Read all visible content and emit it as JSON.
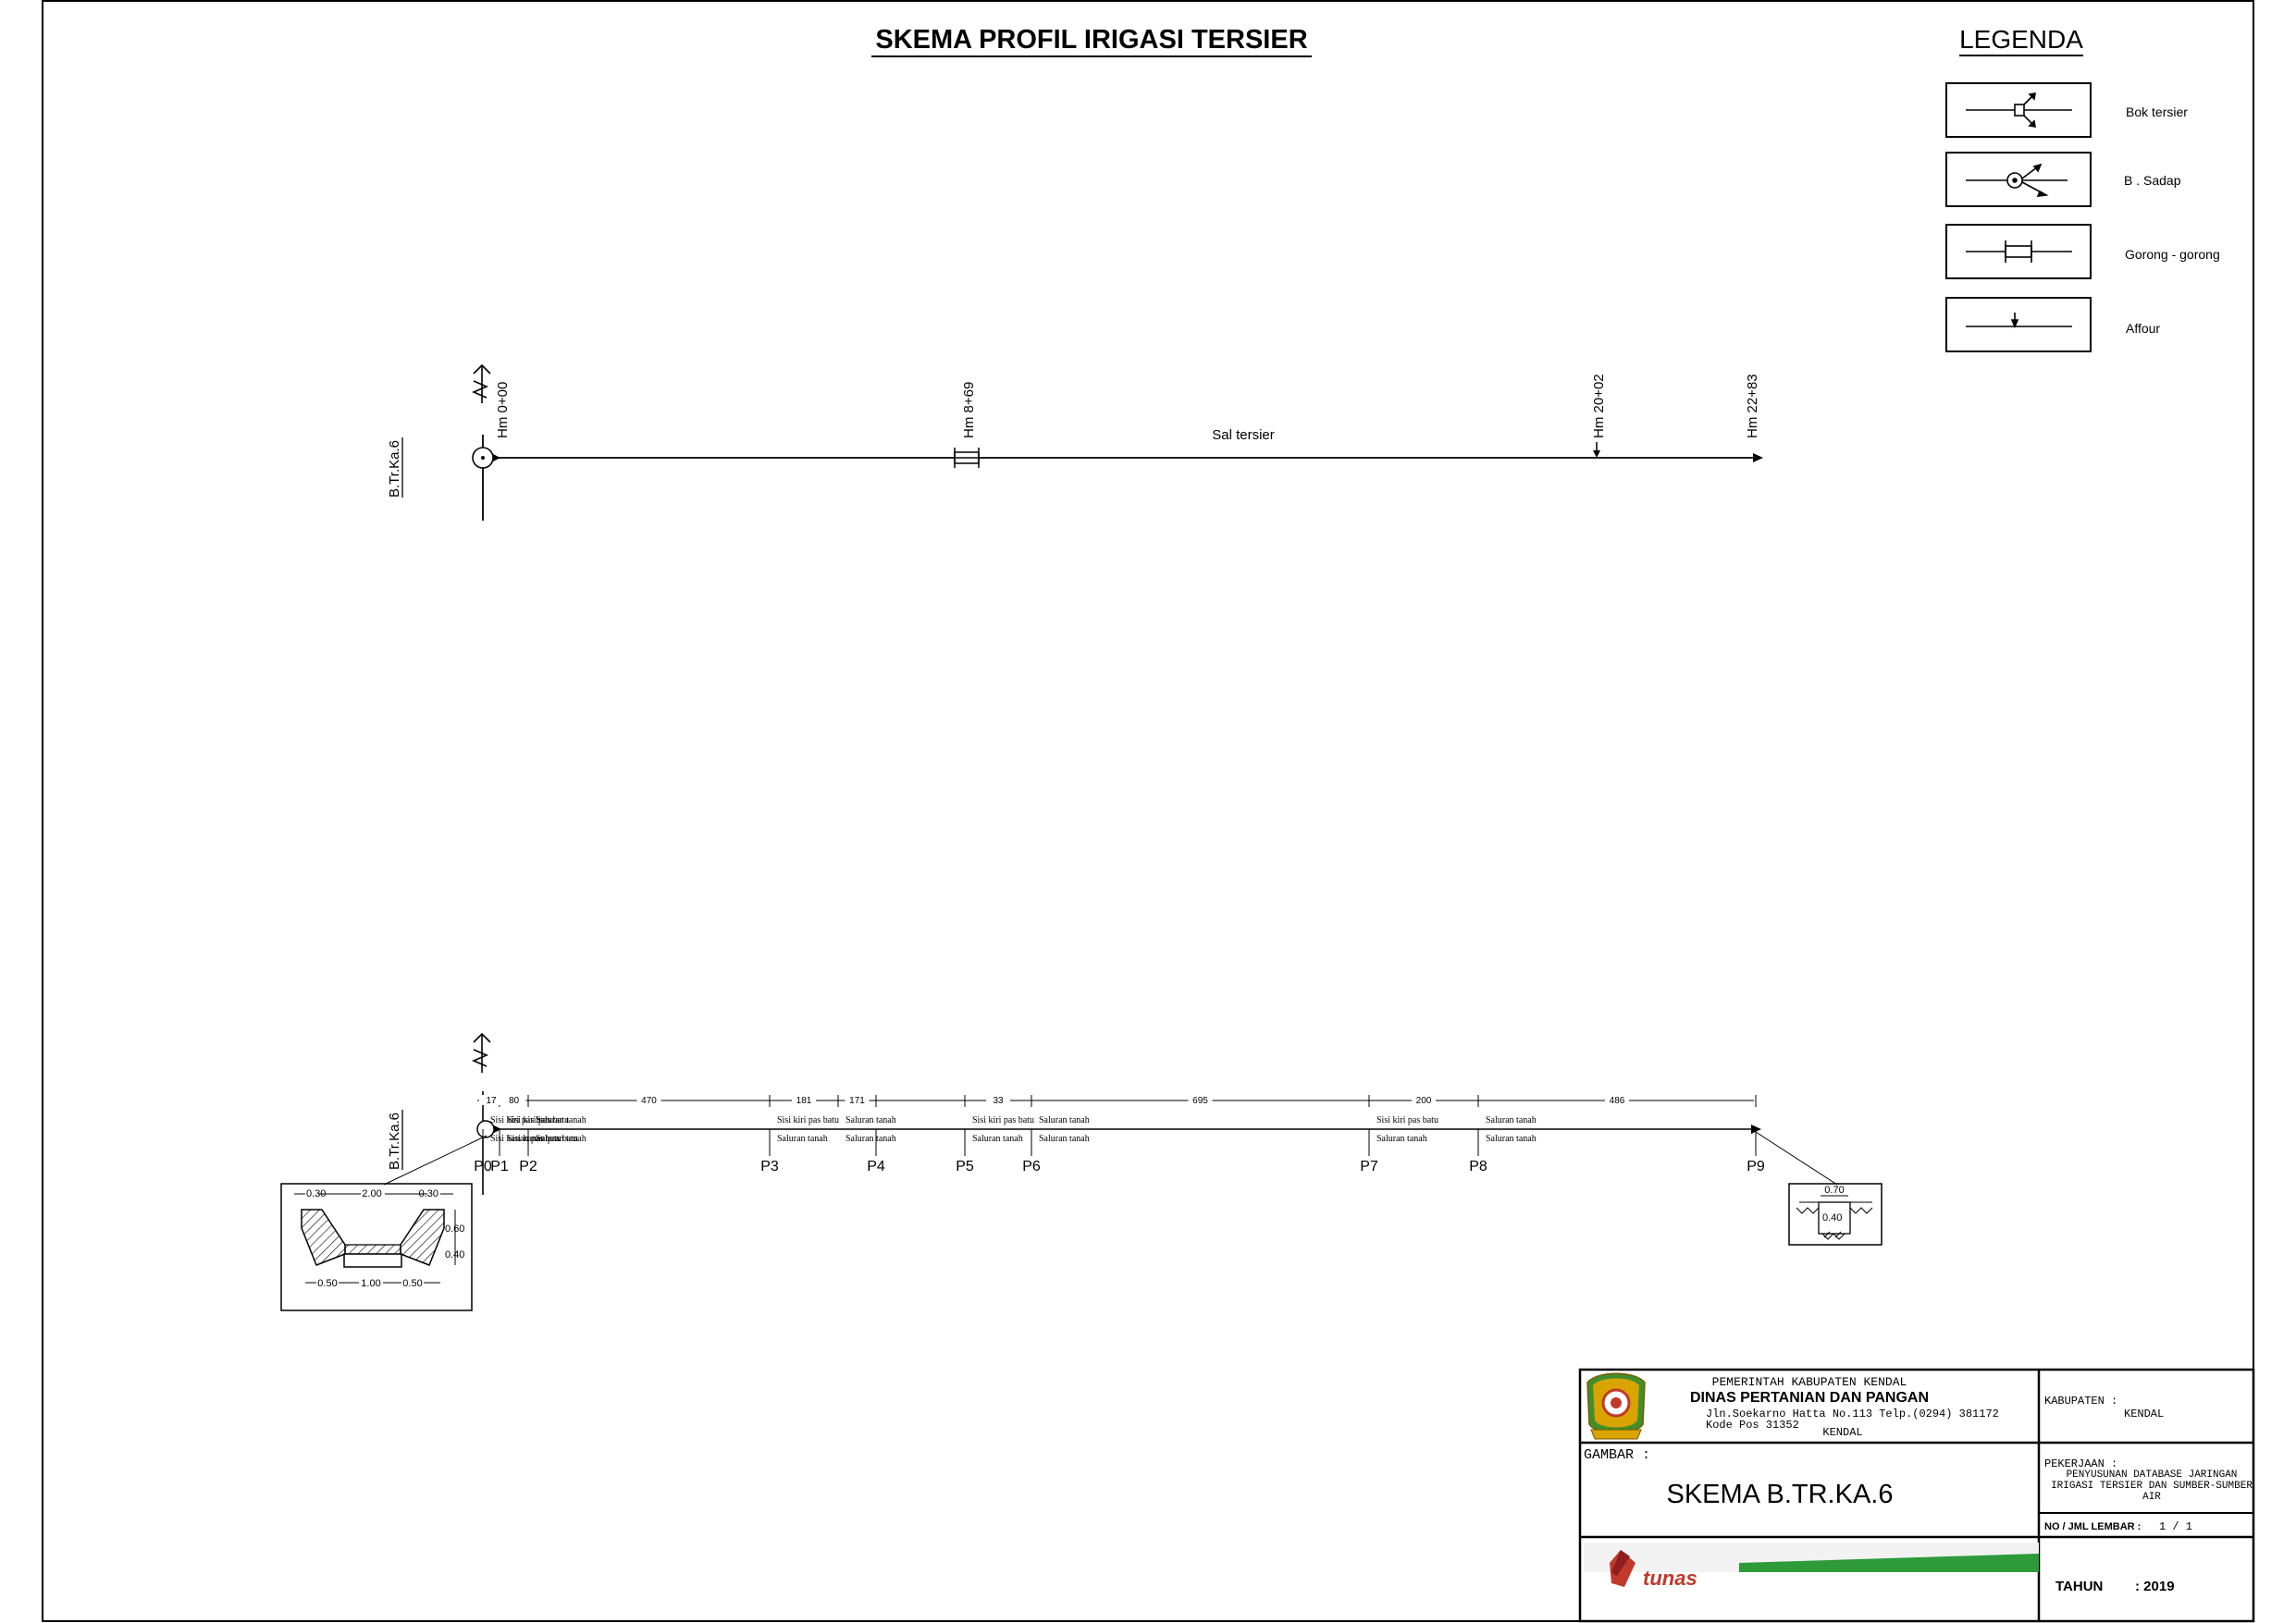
{
  "title": "SKEMA PROFIL IRIGASI TERSIER",
  "legend": {
    "heading": "LEGENDA",
    "items": [
      {
        "label": "Bok tersier",
        "icon": "bok-tersier-symbol-icon"
      },
      {
        "label": "B . Sadap",
        "icon": "bangunan-sadap-symbol-icon"
      },
      {
        "label": "Gorong - gorong",
        "icon": "gorong-gorong-symbol-icon"
      },
      {
        "label": "Affour",
        "icon": "affour-symbol-icon"
      }
    ]
  },
  "schema": {
    "source_label": "B.Tr.Ka.6",
    "stations": [
      "Hm 0+00",
      "Hm 8+69",
      "Hm 20+02",
      "Hm 22+83"
    ],
    "channel_label": "Sal tersier"
  },
  "profile": {
    "source_label": "B.Tr.Ka.6",
    "segments": [
      {
        "length": "17",
        "left": "Sisi kiri pas batu",
        "right": "Sisi kanan pas batu"
      },
      {
        "length": "80",
        "left": "Sisi kiri pas batu",
        "right": "Sisi kanan pas batu"
      },
      {
        "length": "470",
        "left": "Saluran tanah",
        "right": "Saluran tanah"
      },
      {
        "length": "181",
        "left": "Sisi kiri pas batu",
        "right": "Saluran tanah"
      },
      {
        "length": "171",
        "left": "Saluran tanah",
        "right": "Saluran tanah"
      },
      {
        "length": "33",
        "left": "Sisi kiri pas batu",
        "right": "Saluran tanah"
      },
      {
        "length": "695",
        "left": "Saluran tanah",
        "right": "Saluran tanah"
      },
      {
        "length": "200",
        "left": "Sisi kiri pas batu",
        "right": "Saluran tanah"
      },
      {
        "length": "486",
        "left": "Saluran tanah",
        "right": "Saluran tanah"
      }
    ],
    "points": [
      "P0",
      "P1",
      "P2",
      "P3",
      "P4",
      "P5",
      "P6",
      "P7",
      "P8",
      "P9"
    ]
  },
  "section_left": {
    "top": [
      "0.30",
      "2.00",
      "0.30"
    ],
    "right": [
      "0.60",
      "0.40"
    ],
    "bottom": [
      "0.50",
      "1.00",
      "0.50"
    ]
  },
  "section_right": {
    "top": "0.70",
    "inner": "0.40"
  },
  "title_block": {
    "gov": "PEMERINTAH KABUPATEN KENDAL",
    "agency": "DINAS PERTANIAN DAN PANGAN",
    "address1": "Jln.Soekarno Hatta No.113 Telp.(0294) 381172",
    "address2": "Kode Pos 31352",
    "city": "KENDAL",
    "kabupaten_label": "KABUPATEN :",
    "kabupaten_value": "KENDAL",
    "gambar_label": "GAMBAR :",
    "gambar_value": "SKEMA B.TR.KA.6",
    "pekerjaan_label": "PEKERJAAN :",
    "pekerjaan_lines": [
      "PENYUSUNAN DATABASE JARINGAN",
      "IRIGASI TERSIER DAN SUMBER-SUMBER",
      "AIR"
    ],
    "sheet_label": "NO / JML LEMBAR :",
    "sheet_value": "1 / 1",
    "tahun_label": "TAHUN",
    "tahun_value": ": 2019",
    "consultant_logo_text": "tunas"
  },
  "colors": {
    "line": "#000000",
    "logo_green": "#2e9a3a",
    "logo_red": "#c0392b",
    "emblem_gold": "#d9a300",
    "emblem_green": "#3f8f2c"
  }
}
